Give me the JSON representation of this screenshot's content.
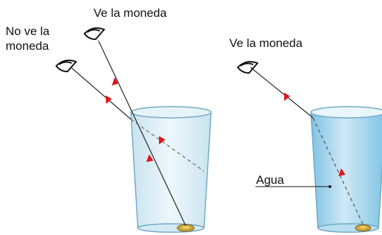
{
  "labels": {
    "sees_coin_left": "Ve la moneda",
    "no_see_line1": "No ve la",
    "no_see_line2": "moneda",
    "sees_coin_right": "Ve la moneda",
    "water": "Agua"
  },
  "colors": {
    "ray": "#222222",
    "arrow": "#e0141b",
    "dashed": "#666666",
    "glass_empty_fill": "#dceef6",
    "glass_water_fill": "#9fd3ec",
    "glass_edge": "#6fa8c6",
    "coin": "#c9a53a"
  },
  "icons": [
    "eye-icon",
    "eye-icon",
    "eye-icon",
    "coin-icon"
  ]
}
